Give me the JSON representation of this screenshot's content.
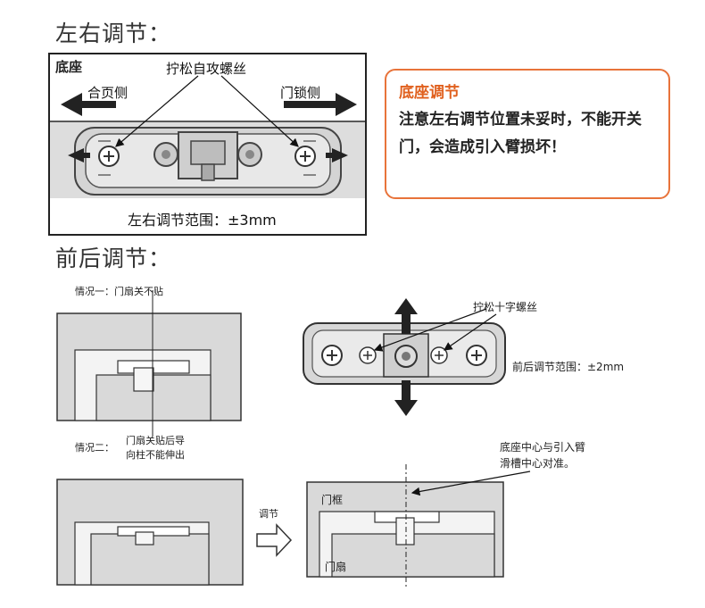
{
  "sections": {
    "lateral_title": "左右调节：",
    "fore_aft_title": "前后调节："
  },
  "lateral_panel": {
    "base_label": "底座",
    "screw_label": "拧松自攻螺丝",
    "hinge_side": "合页侧",
    "lock_side": "门锁侧",
    "range": "左右调节范围：±3mm"
  },
  "warning": {
    "title": "底座调节",
    "body": "注意左右调节位置未妥时，不能开关门，会造成引入臂损坏！",
    "accent_color": "#e8733a"
  },
  "fore_aft_panel": {
    "case1": "情况一：门扇关不贴",
    "case2_line1": "门扇关贴后导",
    "case2_line2": "向柱不能伸出",
    "cross_screw_label": "拧松十字螺丝",
    "range": "前后调节范围：±2mm",
    "adjust_label": "调节",
    "align_line1": "底座中心与引入臂",
    "align_line2": "滑槽中心对准。",
    "frame_label": "门框",
    "leaf_label": "门扇"
  }
}
